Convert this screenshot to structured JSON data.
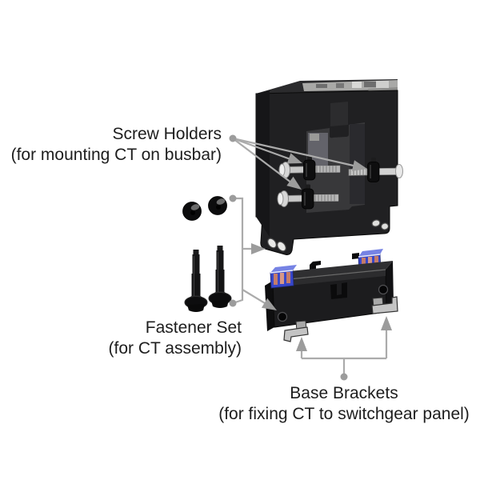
{
  "page": {
    "background": "#ffffff"
  },
  "style": {
    "callout_color": "#a9a9a9",
    "arrow_color": "#9c9c9c",
    "text_color": "#1d1d1d",
    "body_black": "#202022",
    "metal_silver": "#c7c7c7",
    "terminal_blue": "#3847c9",
    "copper_accent": "#d4825f"
  },
  "labels": {
    "screw_holders": {
      "title": "Screw Holders",
      "subtitle": "(for mounting CT on busbar)"
    },
    "fastener_set": {
      "title": "Fastener Set",
      "subtitle": "(for CT assembly)"
    },
    "base_brackets": {
      "title": "Base Brackets",
      "subtitle": "(for fixing CT to switchgear panel)"
    }
  },
  "parts": {
    "ct_body": "split-core current transformer",
    "screw_holders_count": 3,
    "fastener_nuts_count": 2,
    "fastener_bolts_count": 2,
    "base_terminals_count": 2,
    "base_brackets_count": 2
  }
}
